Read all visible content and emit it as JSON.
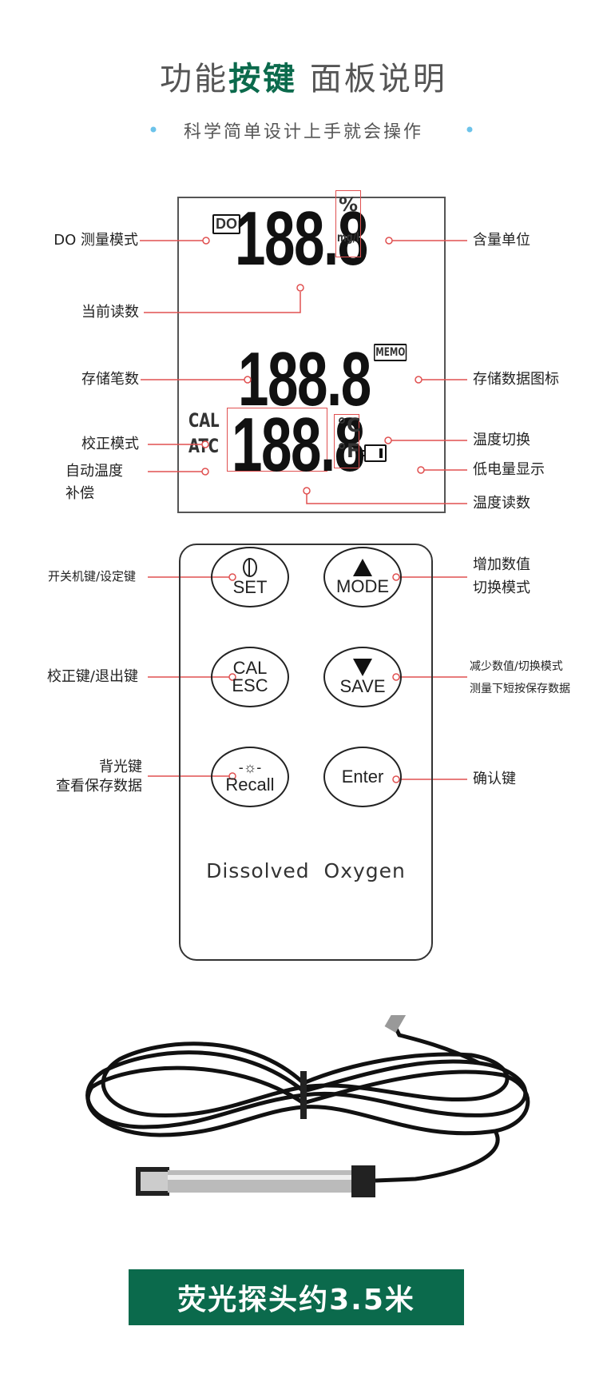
{
  "header": {
    "title_a": "功能",
    "title_highlight": "按键",
    "title_b": "面板说明",
    "subtitle": "科学简单设计上手就会操作"
  },
  "lcd": {
    "main_reading": "188.8",
    "memo_count": "188.8",
    "temp_reading": "188.8",
    "do_label": "DO",
    "unit_percent": "%",
    "unit_mgl": "mg/l",
    "memo_label": "MEMO",
    "cal_label": "CAL",
    "atc_label": "ATC",
    "celsius": "°C",
    "fahrenheit": "°F"
  },
  "annotations": {
    "do_mode": "DO 测量模式",
    "current_reading": "当前读数",
    "memo_count": "存储笔数",
    "cal_mode": "校正模式",
    "atc_1": "自动温度",
    "atc_2": "补偿",
    "unit": "含量单位",
    "memo_icon": "存储数据图标",
    "temp_switch": "温度切换",
    "low_battery": "低电量显示",
    "temp_reading": "温度读数",
    "set_key": "开关机键/设定键",
    "cal_key": "校正键/退出键",
    "recall_key_1": "背光键",
    "recall_key_2": "查看保存数据",
    "mode_key_1": "增加数值",
    "mode_key_2": "切换模式",
    "save_key_1": "减少数值/切换模式",
    "save_key_2": "测量下短按保存数据",
    "enter_key": "确认键"
  },
  "keys": {
    "set": "SET",
    "mode": "MODE",
    "cal": "CAL",
    "esc": "ESC",
    "save": "SAVE",
    "recall": "Recall",
    "enter": "Enter"
  },
  "keypad": {
    "brand": "Dissolved  Oxygen"
  },
  "probe": {
    "caption": "荧光探头约3.5米"
  },
  "colors": {
    "accent": "#0b6a4c",
    "callout": "#e05050"
  }
}
